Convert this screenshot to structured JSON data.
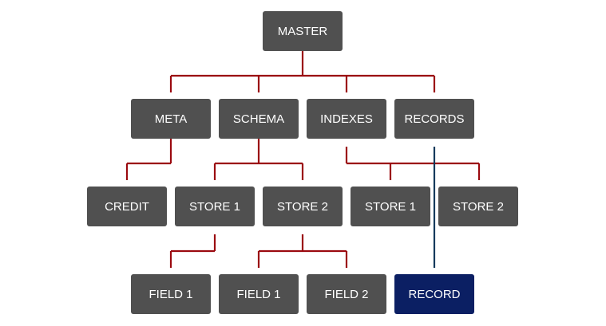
{
  "nodes": {
    "master": "MASTER",
    "meta": "META",
    "schema": "SCHEMA",
    "indexes": "INDEXES",
    "records": "RECORDS",
    "credit": "CREDIT",
    "schema_store1": "STORE 1",
    "schema_store2": "STORE 2",
    "indexes_store1": "STORE 1",
    "indexes_store2": "STORE 2",
    "store1_field1": "FIELD 1",
    "store2_field1": "FIELD 1",
    "store2_field2": "FIELD 2",
    "record": "RECORD"
  },
  "colors": {
    "node": "#505050",
    "highlight_node": "#0b1f63",
    "connector": "#9b0a10",
    "record_connector": "#123a5c",
    "text": "#ffffff"
  }
}
